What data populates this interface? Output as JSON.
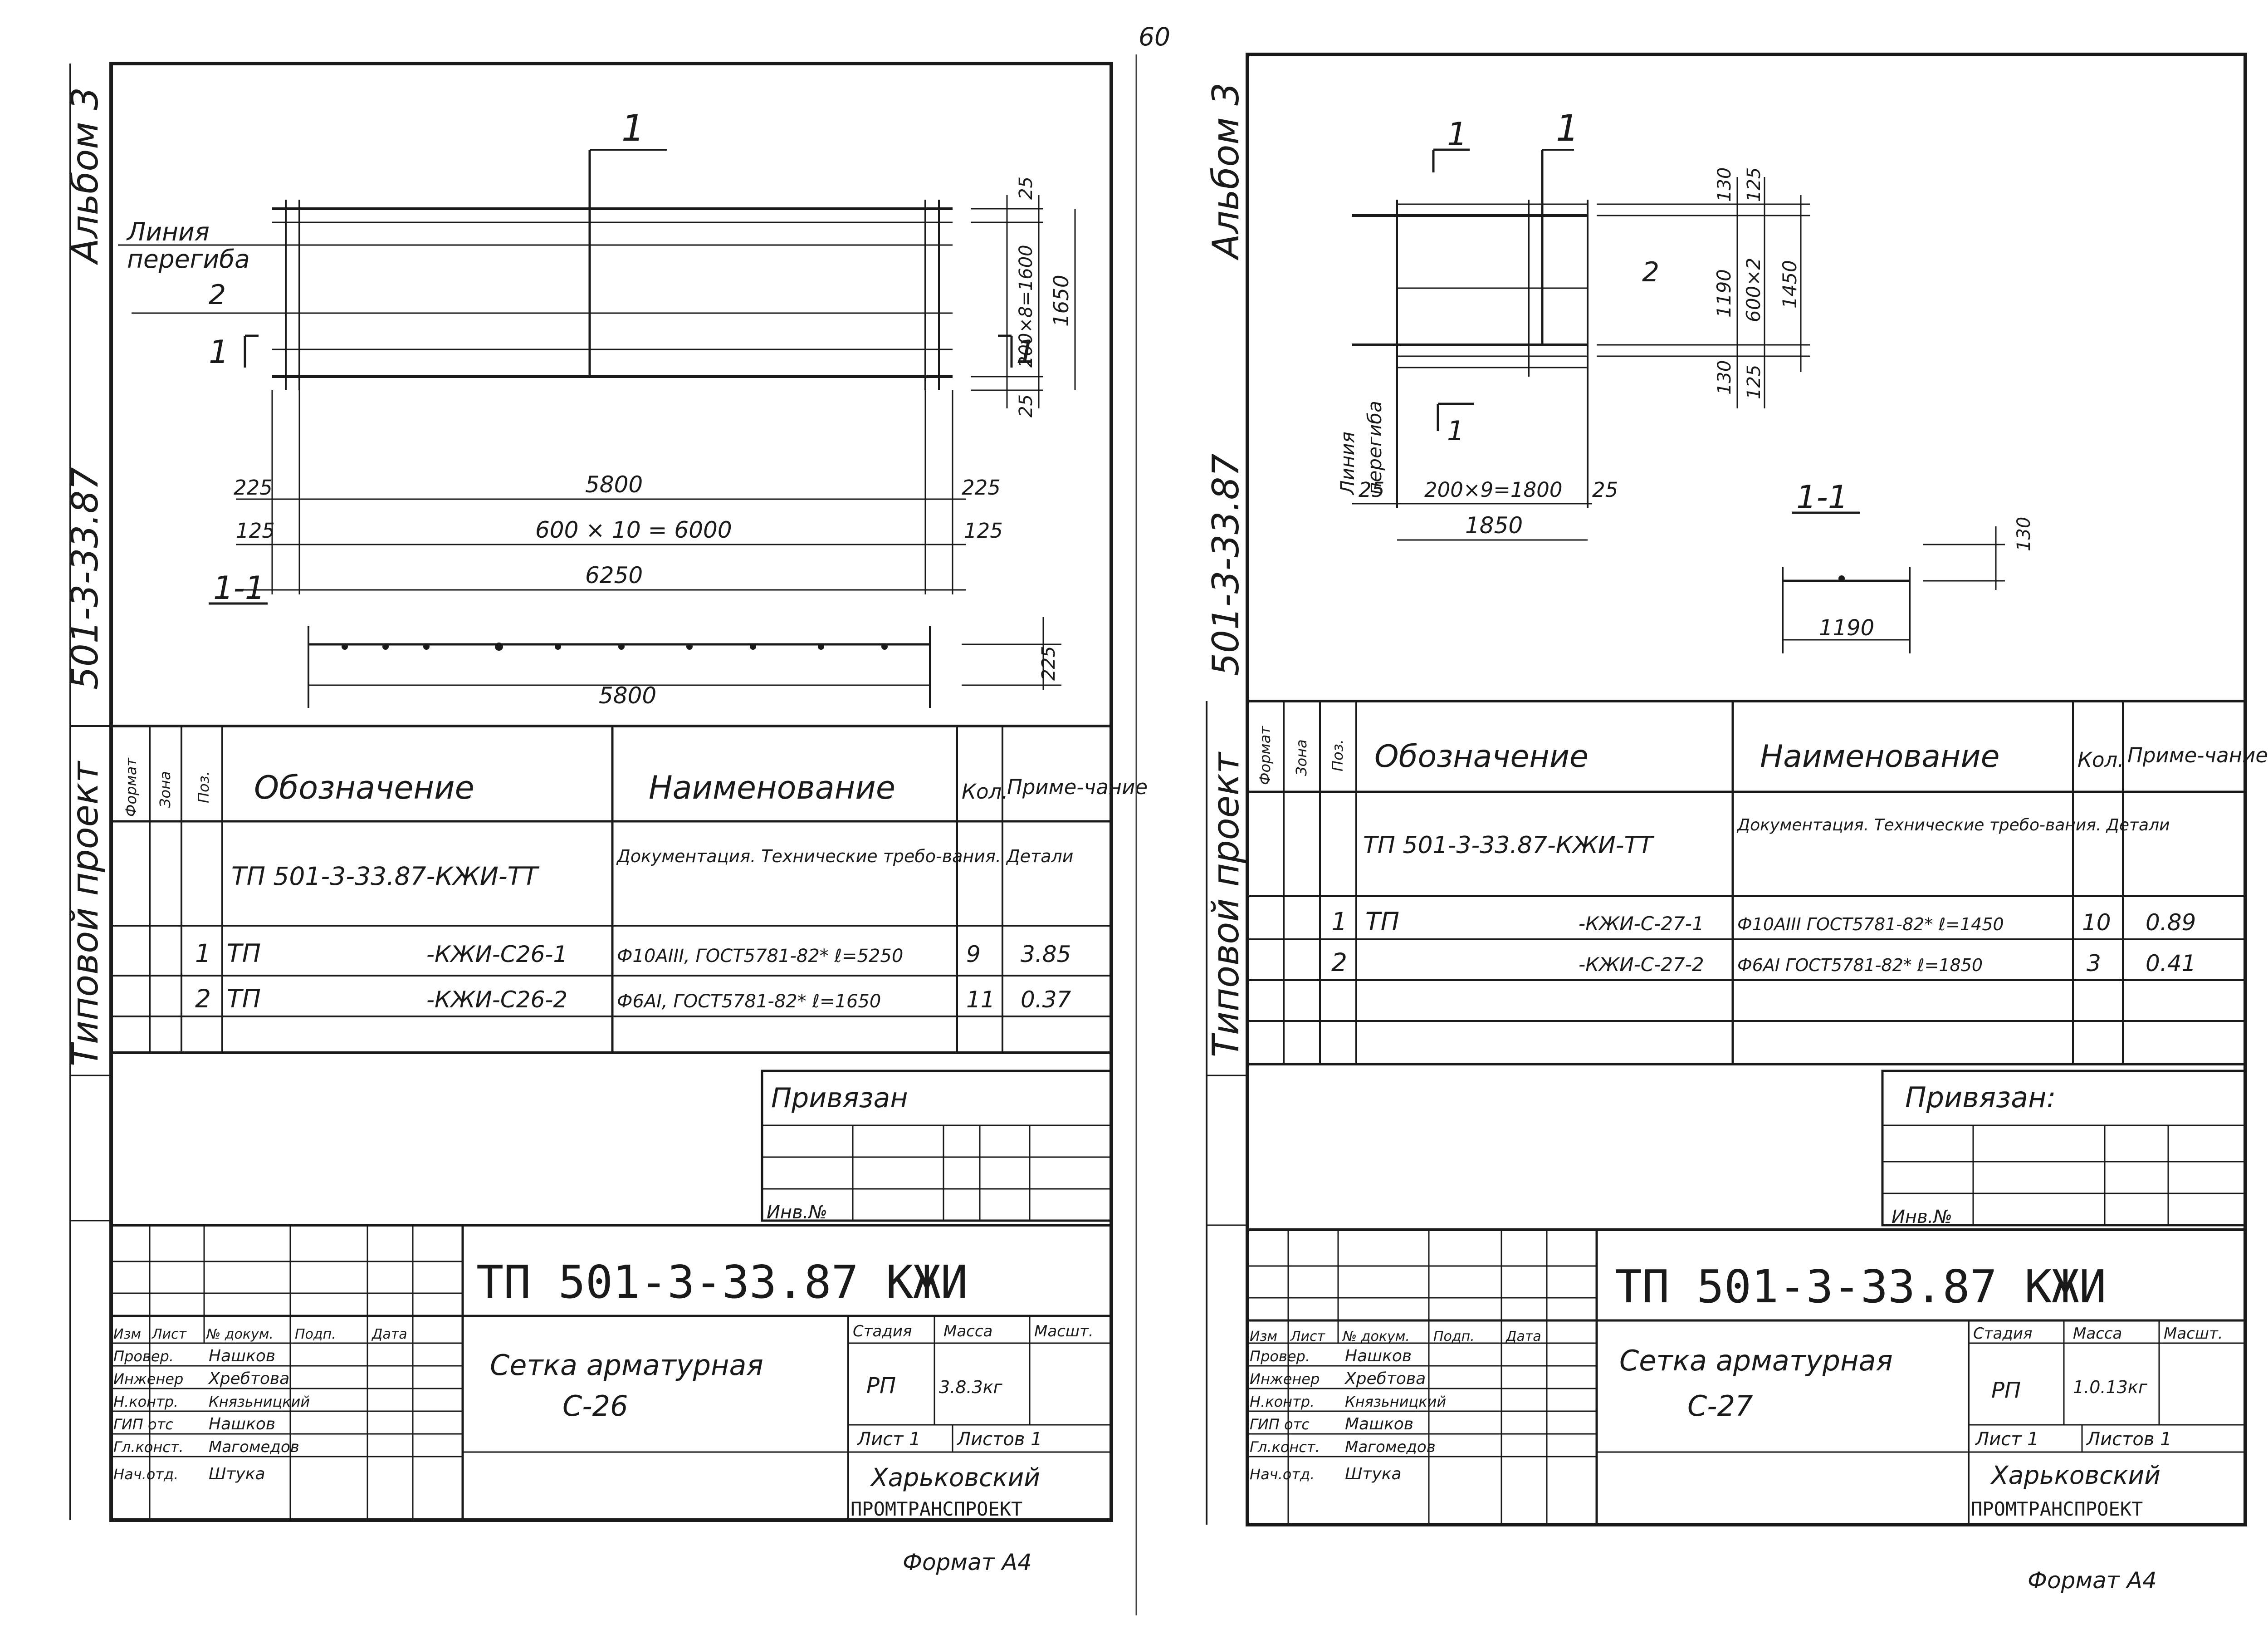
{
  "page_number": "60",
  "sheets": [
    {
      "side_title": "Альбом 3",
      "side_code": "501-3-33.87",
      "side_project": "Типовой проект",
      "drawing": {
        "pos_top": "1",
        "pos_side": "2",
        "label_bend": [
          "Линия",
          "перегиба"
        ],
        "section_mark": "1",
        "section_title": "1-1",
        "dims": {
          "top_edge": "25",
          "top_mid": "200×8=1600",
          "top_total": "1650",
          "bottom_edge": "25",
          "inner_length": "5800",
          "overhang_top": "225",
          "overhang_top_r": "225",
          "pitch": "600 × 10 = 6000",
          "edge_l": "125",
          "edge_r": "125",
          "total_len": "6250",
          "sec_len": "5800",
          "sec_h": "225"
        }
      },
      "spec": {
        "headers": [
          "Формат",
          "Зона",
          "Поз.",
          "Обозначение",
          "Наименование",
          "Кол.",
          "Приме-чание"
        ],
        "doc_row": {
          "designation": "ТП 501-3-33.87-КЖИ-ТТ",
          "name": "Документация. Технические требо-вания. Детали"
        },
        "rows": [
          {
            "pos": "1",
            "des_a": "ТП",
            "des_b": "-КЖИ-С26-1",
            "name": "Ф10АIII, ГОСТ5781-82* ℓ=5250",
            "qty": "9",
            "note": "3.85"
          },
          {
            "pos": "2",
            "des_a": "ТП",
            "des_b": "-КЖИ-С26-2",
            "name": "Ф6АI, ГОСТ5781-82* ℓ=1650",
            "qty": "11",
            "note": "0.37"
          }
        ]
      },
      "bound": {
        "label": "Привязан",
        "inv": "Инв.№"
      },
      "titleblock": {
        "code": "ТП 501-3-33.87 КЖИ",
        "col_heads": [
          "Изм",
          "Лист",
          "№ докум.",
          "Подп.",
          "Дата"
        ],
        "people": [
          {
            "role": "Провер.",
            "name": "Нашков"
          },
          {
            "role": "Инженер",
            "name": "Хребтова"
          },
          {
            "role": "Н.контр.",
            "name": "Князьницкий"
          },
          {
            "role": "ГИП отс",
            "name": "Нашков"
          },
          {
            "role": "Гл.конст.",
            "name": "Магомедов"
          },
          {
            "role": "Нач.отд.",
            "name": "Штука"
          }
        ],
        "title_line1": "Сетка арматурная",
        "title_line2": "С-26",
        "stage_h": "Стадия",
        "mass_h": "Масса",
        "scale_h": "Масшт.",
        "stage": "РП",
        "mass": "3.8.3кг",
        "sheet": "Лист 1",
        "sheets": "Листов 1",
        "org1": "Харьковский",
        "org2": "ПРОМТРАНСПРОЕКТ"
      },
      "format": "Формат А4"
    },
    {
      "side_title": "Альбом 3",
      "side_code": "501-3-33.87",
      "side_project": "Типовой проект",
      "drawing": {
        "pos_top": "1",
        "pos_side": "2",
        "label_bend": [
          "Линия",
          "перегиба"
        ],
        "section_mark": "1",
        "section_title": "1-1",
        "dims": {
          "top_edge": "130",
          "mid_v": "1190",
          "bottom_edge": "130",
          "r_top": "125",
          "r_mid": "600×2",
          "r_bottom": "125",
          "total_h": "1450",
          "left_edge": "25",
          "pitch": "200×9=1800",
          "right_edge": "25",
          "total_w": "1850",
          "sec_h": "130",
          "sec_w": "1190"
        }
      },
      "spec": {
        "headers": [
          "Формат",
          "Зона",
          "Поз.",
          "Обозначение",
          "Наименование",
          "Кол.",
          "Приме-чание"
        ],
        "doc_row": {
          "designation": "ТП 501-3-33.87-КЖИ-ТТ",
          "name": "Документация. Технические требо-вания. Детали"
        },
        "rows": [
          {
            "pos": "1",
            "des_a": "ТП",
            "des_b": "-КЖИ-С-27-1",
            "name": "Ф10АIII ГОСТ5781-82* ℓ=1450",
            "qty": "10",
            "note": "0.89"
          },
          {
            "pos": "2",
            "des_a": "",
            "des_b": "-КЖИ-С-27-2",
            "name": "Ф6АI ГОСТ5781-82* ℓ=1850",
            "qty": "3",
            "note": "0.41"
          }
        ]
      },
      "bound": {
        "label": "Привязан:",
        "inv": "Инв.№"
      },
      "titleblock": {
        "code": "ТП 501-3-33.87 КЖИ",
        "col_heads": [
          "Изм",
          "Лист",
          "№ докум.",
          "Подп.",
          "Дата"
        ],
        "people": [
          {
            "role": "Провер.",
            "name": "Нашков"
          },
          {
            "role": "Инженер",
            "name": "Хребтова"
          },
          {
            "role": "Н.контр.",
            "name": "Князьницкий"
          },
          {
            "role": "ГИП отс",
            "name": "Машков"
          },
          {
            "role": "Гл.конст.",
            "name": "Магомедов"
          },
          {
            "role": "Нач.отд.",
            "name": "Штука"
          }
        ],
        "title_line1": "Сетка арматурная",
        "title_line2": "С-27",
        "stage_h": "Стадия",
        "mass_h": "Масса",
        "scale_h": "Масшт.",
        "stage": "РП",
        "mass": "1.0.13кг",
        "sheet": "Лист 1",
        "sheets": "Листов 1",
        "org1": "Харьковский",
        "org2": "ПРОМТРАНСПРОЕКТ"
      },
      "format": "Формат А4"
    }
  ]
}
